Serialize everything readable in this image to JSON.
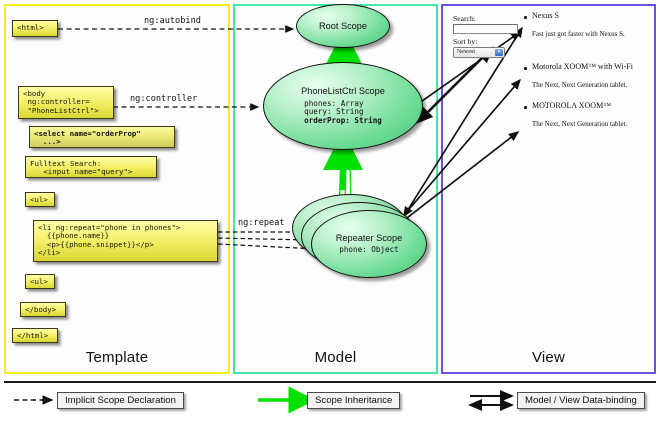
{
  "diagram": {
    "title": "AngularJS Template / Model / View data-binding diagram",
    "colors": {
      "template_border": "#f5ee1e",
      "model_border": "#3fe8a4",
      "view_border": "#6a4fe0",
      "code_box_fill": "#f4f06a",
      "scope_fill": "#6ddb96",
      "inheritance_arrow": "#00e000",
      "declaration_arrow": "#111111",
      "binding_arrow": "#111111"
    }
  },
  "panels": {
    "template": {
      "label": "Template",
      "boxes": [
        {
          "id": "html-open",
          "text": "<html>"
        },
        {
          "id": "body-open",
          "text": "<body\n ng:controller=\n \"PhoneListCtrl\">"
        },
        {
          "id": "select",
          "text": "<select name=\"orderProp\"\n  ...>"
        },
        {
          "id": "fulltext",
          "text": "Fulltext Search:\n   <input name=\"query\">"
        },
        {
          "id": "ul-open",
          "text": "<ul>"
        },
        {
          "id": "li-repeat",
          "text": "<li ng:repeat=\"phone in phones\">\n  {{phone.name}}\n  <p>{{phone.snippet}}</p>\n</li>"
        },
        {
          "id": "ul-close",
          "text": "<ul>"
        },
        {
          "id": "body-close",
          "text": "</body>"
        },
        {
          "id": "html-close",
          "text": "</html>"
        }
      ]
    },
    "model": {
      "label": "Model",
      "scopes": [
        {
          "id": "root-scope",
          "title": "Root\nScope",
          "props": []
        },
        {
          "id": "phonelist-scope",
          "title": "PhoneListCtrl\nScope",
          "props": [
            "phones: Array",
            "query: String",
            "orderProp: String"
          ],
          "bold_props": [
            "orderProp: String"
          ]
        },
        {
          "id": "repeater-scope",
          "title": "Repeater\nScope",
          "props": [
            "phone: Object"
          ]
        }
      ]
    },
    "view": {
      "label": "View",
      "search_label": "Search:",
      "search_value": "",
      "sort_label": "Sort by:",
      "sort_selected": "Newest",
      "phones": [
        {
          "name": "Nexus S",
          "snippet": "Fast just got faster with Nexus S."
        },
        {
          "name": "Motorola XOOM™ with Wi-Fi",
          "snippet": "The Next, Next Generation tablet."
        },
        {
          "name": "MOTOROLA XOOM™",
          "snippet": "The Next, Next Generation tablet."
        }
      ]
    }
  },
  "connector_labels": [
    {
      "id": "ng-autobind",
      "text": "ng:autobind"
    },
    {
      "id": "ng-controller",
      "text": "ng:controller"
    },
    {
      "id": "ng-repeat",
      "text": "ng:repeat"
    }
  ],
  "legend": [
    {
      "id": "implicit-scope-declaration",
      "text": "Implicit Scope Declaration",
      "arrow": "dashed-black"
    },
    {
      "id": "scope-inheritance",
      "text": "Scope Inheritance",
      "arrow": "solid-green"
    },
    {
      "id": "model-view-data-binding",
      "text": "Model / View Data-binding",
      "arrow": "double-black"
    }
  ]
}
